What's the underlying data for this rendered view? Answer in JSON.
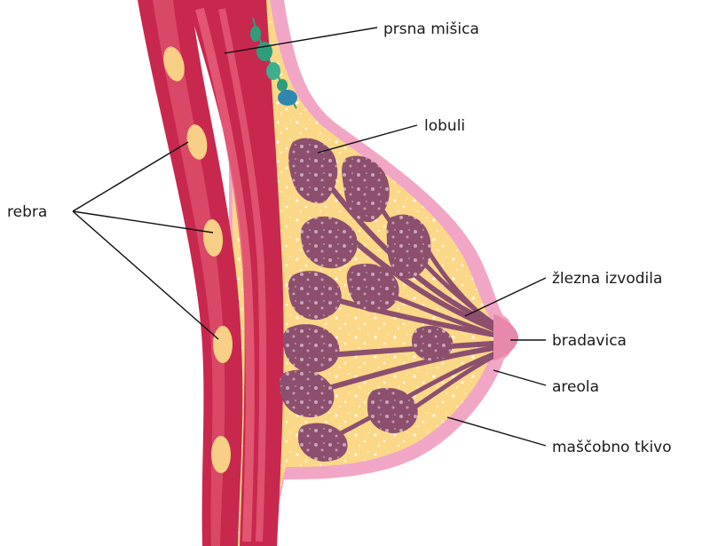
{
  "labels": {
    "pectoral_muscle": "prsna mišica",
    "lobules": "lobuli",
    "ribs": "rebra",
    "ducts": "žlezna izvodila",
    "nipple": "bradavica",
    "areola": "areola",
    "fat_tissue": "maščobno tkivo"
  },
  "colors": {
    "skin": "#f2a6c6",
    "fat": "#fbd887",
    "muscle": "#c8284e",
    "muscle_light": "#e8627c",
    "rib": "#f7cf86",
    "lobule": "#8c4f6e",
    "lymph_green": "#2f9d7a",
    "lymph_blue": "#2f87b0"
  }
}
